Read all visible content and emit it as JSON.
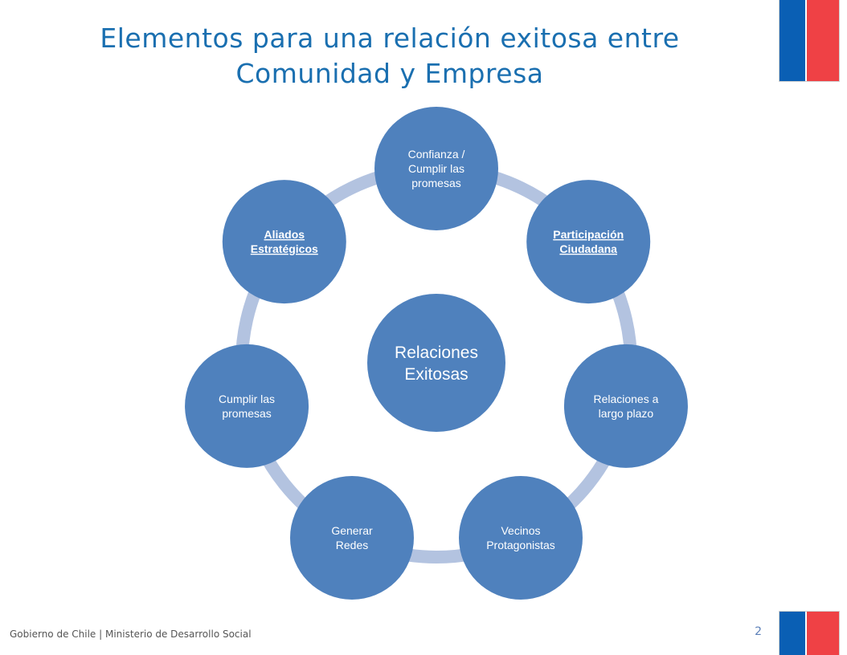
{
  "slide": {
    "title_line1": "Elementos para una relación exitosa entre",
    "title_line2": "Comunidad y Empresa",
    "footer": "Gobierno de Chile | Ministerio de Desarrollo Social",
    "page_number": "2"
  },
  "colors": {
    "title": "#1a6fb0",
    "node_fill": "#4f81bd",
    "connector": "#b3c3e0",
    "flag_blue": "#0a5fb4",
    "flag_red": "#ef4145"
  },
  "diagram": {
    "hub": {
      "lines": [
        "Relaciones",
        "Exitosas"
      ]
    },
    "nodes": [
      {
        "lines": [
          "Confianza /",
          "Cumplir las",
          "promesas"
        ],
        "underline": false,
        "bold": false
      },
      {
        "lines": [
          "Participación",
          "Ciudadana"
        ],
        "underline": true,
        "bold": true
      },
      {
        "lines": [
          "Relaciones a",
          "largo plazo"
        ],
        "underline": false,
        "bold": false
      },
      {
        "lines": [
          "Vecinos",
          "Protagonistas"
        ],
        "underline": false,
        "bold": false
      },
      {
        "lines": [
          "Generar",
          "Redes"
        ],
        "underline": false,
        "bold": false
      },
      {
        "lines": [
          "Cumplir las",
          "promesas"
        ],
        "underline": false,
        "bold": false
      },
      {
        "lines": [
          "Aliados",
          "Estratégicos"
        ],
        "underline": true,
        "bold": true
      }
    ]
  }
}
